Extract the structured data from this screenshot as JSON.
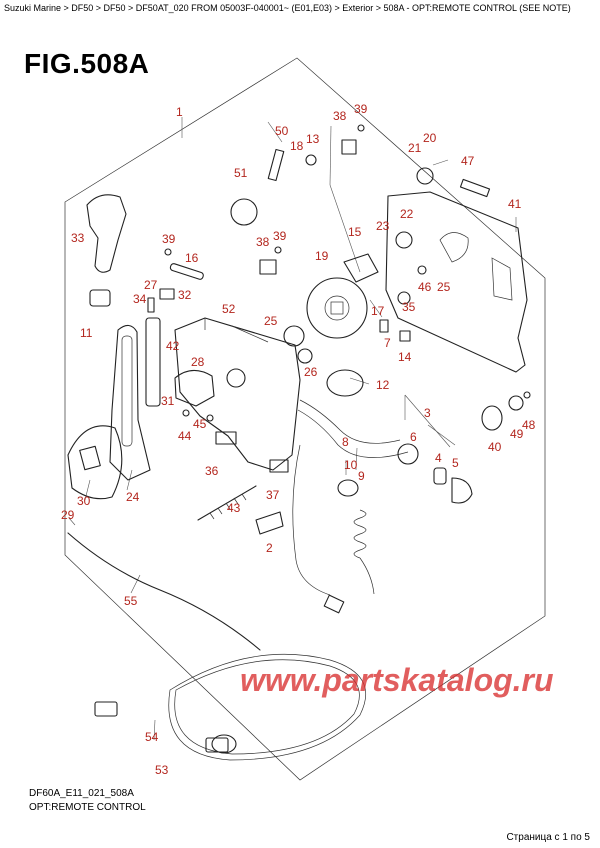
{
  "breadcrumb": "Suzuki Marine > DF50 > DF50 > DF50AT_020 FROM 05003F-040001~ (E01,E03) > Exterior > 508A - OPT:REMOTE CONTROL (SEE NOTE)",
  "figure": {
    "title": "FIG.508A",
    "code": "DF60A_E11_021_508A",
    "caption": "OPT:REMOTE CONTROL"
  },
  "watermark": "www.partskatalog.ru",
  "page_count": "Страница с 1 по 5",
  "callout_color": "#b3261e",
  "callouts": [
    "1",
    "2",
    "3",
    "4",
    "5",
    "6",
    "7",
    "8",
    "9",
    "10",
    "11",
    "12",
    "13",
    "14",
    "15",
    "16",
    "17",
    "18",
    "19",
    "20",
    "21",
    "22",
    "23",
    "24",
    "25",
    "25",
    "26",
    "27",
    "28",
    "29",
    "30",
    "31",
    "32",
    "33",
    "34",
    "35",
    "36",
    "37",
    "38",
    "38",
    "39",
    "39",
    "39",
    "40",
    "41",
    "42",
    "43",
    "44",
    "45",
    "46",
    "47",
    "48",
    "49",
    "50",
    "51",
    "52",
    "53",
    "54",
    "55"
  ]
}
